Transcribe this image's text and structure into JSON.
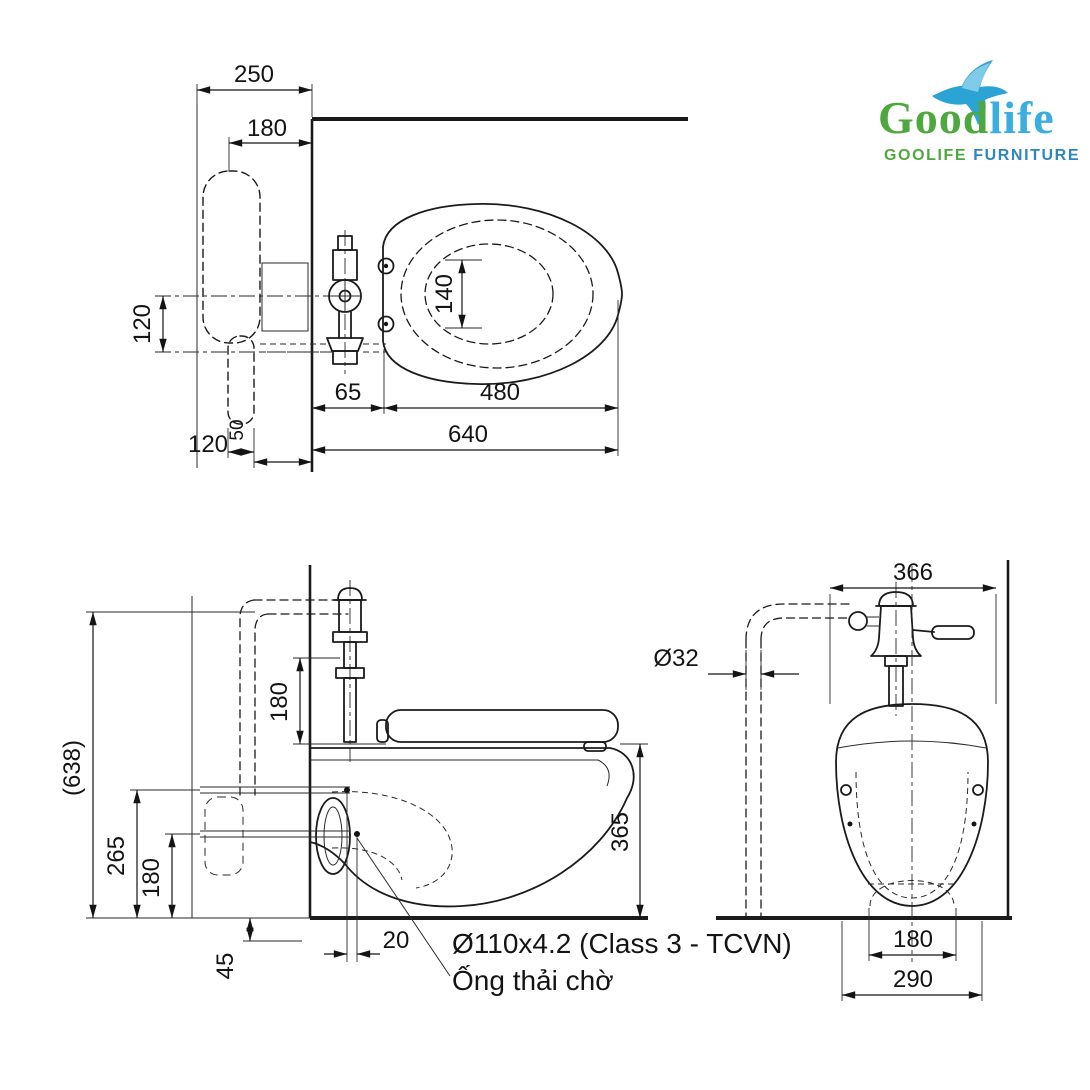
{
  "colors": {
    "line": "#1b1b1b",
    "logo_green": "#4fa83d",
    "logo_blue": "#3aaede",
    "logo_sub_green": "#4fa83d",
    "logo_sub_blue": "#2e86c1"
  },
  "logo": {
    "brand_part1": "Good",
    "brand_part2": "life",
    "sub_part1": "GOOLIFE ",
    "sub_part2": "FURNITURE"
  },
  "top_view": {
    "dims": {
      "d250": "250",
      "d180": "180",
      "d120_side": "120",
      "d140": "140",
      "d65": "65",
      "d480": "480",
      "d640": "640",
      "d120_bottom": "120",
      "d50": "50"
    }
  },
  "side_view": {
    "dims": {
      "d638": "(638)",
      "d265": "265",
      "d180_wall": "180",
      "d180_valve": "180",
      "d365": "365",
      "d45": "45",
      "d20": "20"
    },
    "labels": {
      "pipe_spec": "Ø110x4.2 (Class 3 - TCVN)",
      "drain": "Ống thải chờ"
    }
  },
  "front_view": {
    "dims": {
      "d366": "366",
      "d32": "Ø32",
      "d180": "180",
      "d290": "290"
    }
  }
}
